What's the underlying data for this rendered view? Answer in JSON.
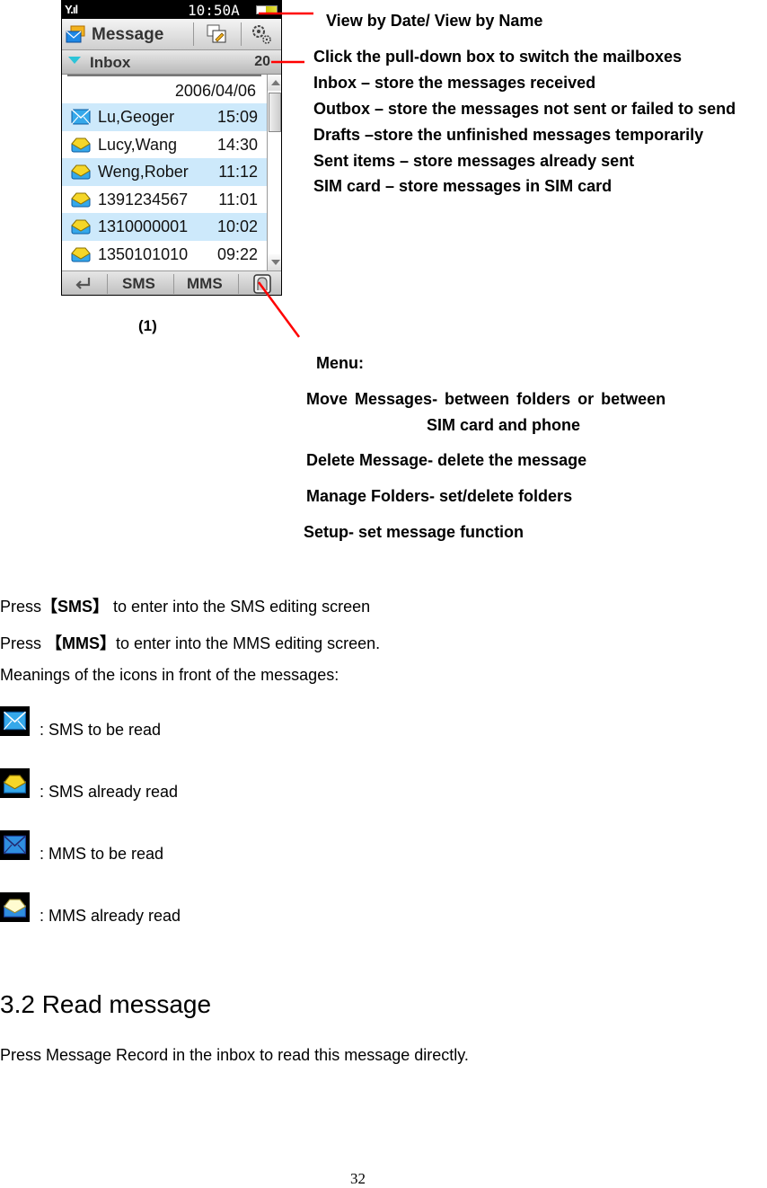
{
  "phone": {
    "status": {
      "signal_icon": "signal-bars-icon",
      "time": "10:50A",
      "battery_icon": "battery-icon"
    },
    "title_bar": {
      "icon": "message-app-icon",
      "title": "Message",
      "buttons": [
        {
          "icon": "compose-new-icon"
        },
        {
          "icon": "settings-gears-icon"
        }
      ]
    },
    "mailbox_selector": {
      "icon": "dropdown-triangle-icon",
      "label": "Inbox",
      "count": "20"
    },
    "list": {
      "date": "2006/04/06",
      "messages": [
        {
          "name": "Lu,Geoger",
          "time": "15:09",
          "icon": "sms-unread-icon",
          "highlighted": true
        },
        {
          "name": "Lucy,Wang",
          "time": "14:30",
          "icon": "sms-read-icon",
          "highlighted": false
        },
        {
          "name": "Weng,Rober",
          "time": "11:12",
          "icon": "sms-read-icon",
          "highlighted": true
        },
        {
          "name": "1391234567",
          "time": "11:01",
          "icon": "sms-read-icon",
          "highlighted": false
        },
        {
          "name": "1310000001",
          "time": "10:02",
          "icon": "sms-read-icon",
          "highlighted": true
        },
        {
          "name": "1350101010",
          "time": "09:22",
          "icon": "sms-read-icon",
          "highlighted": false
        }
      ]
    },
    "softkeys": {
      "back_icon": "back-arrow-icon",
      "sms": "SMS",
      "mms": "MMS",
      "menu_icon": "menu-icon"
    }
  },
  "figure_label": "(1)",
  "annotations": {
    "view_by": "View by Date/ View by Name",
    "mailbox_lines": [
      "Click the pull-down box to switch the mailboxes",
      "Inbox – store the messages received",
      "Outbox – store the messages not sent or failed to send",
      "Drafts –store the unfinished messages temporarily",
      "Sent items – store messages already sent",
      "SIM card – store messages in SIM card"
    ],
    "menu_title": "Menu:",
    "menu_items": [
      "Move Messages- between folders or between",
      "SIM card and phone",
      "Delete Message- delete the message",
      "Manage Folders- set/delete folders",
      "Setup- set message function"
    ],
    "line_color": "#ff0000"
  },
  "body": {
    "press_sms_prefix": "Press",
    "press_sms_key": "【SMS】",
    "press_sms_suffix": " to enter into the SMS editing screen",
    "press_mms_prefix": "Press ",
    "press_mms_key": "【MMS】",
    "press_mms_suffix": "to enter into the MMS editing screen.",
    "icons_intro": "Meanings of the icons in front of the messages:",
    "icon_legend": [
      {
        "icon": "sms-unread-icon",
        "label": ": SMS to be read"
      },
      {
        "icon": "sms-read-icon",
        "label": ": SMS already read"
      },
      {
        "icon": "mms-unread-icon",
        "label": ": MMS to be read"
      },
      {
        "icon": "mms-read-icon",
        "label": ": MMS already read"
      }
    ],
    "section_heading": "3.2 Read message",
    "section_text": "Press Message Record in the inbox to read this message directly."
  },
  "page_number": "32"
}
